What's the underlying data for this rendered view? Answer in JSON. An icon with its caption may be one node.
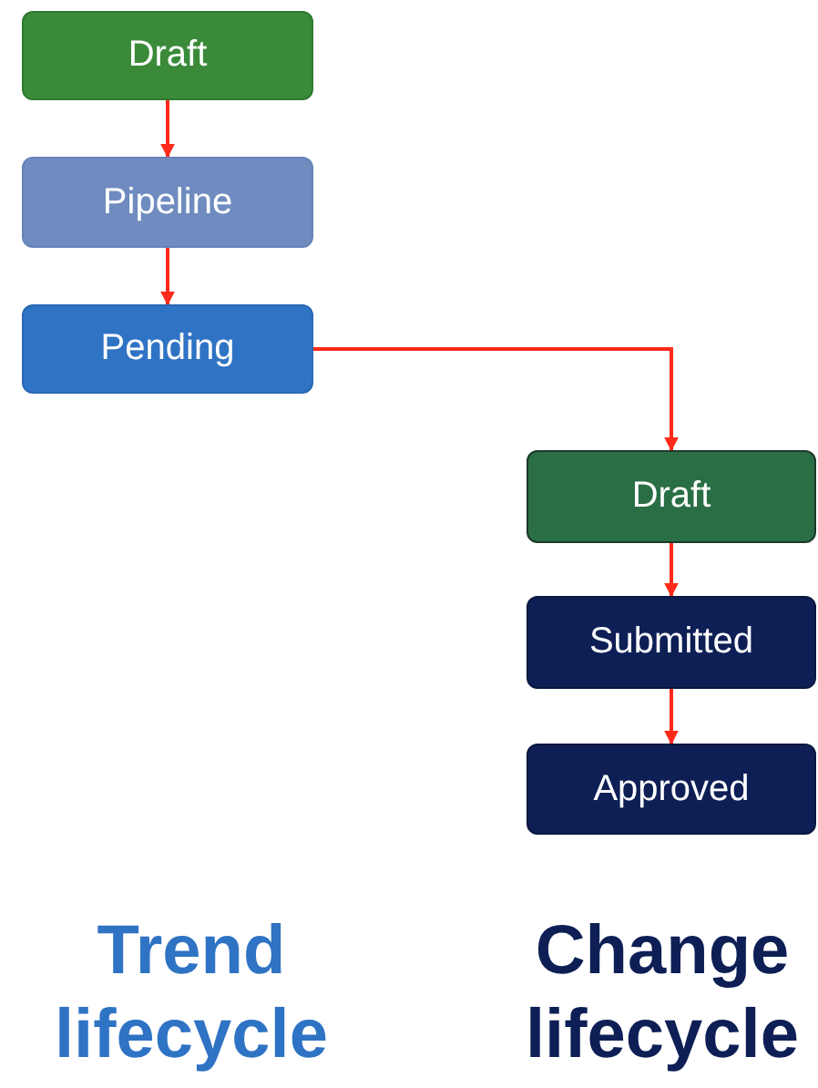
{
  "diagram": {
    "nodes": [
      {
        "text": [
          "Draft"
        ]
      },
      {
        "text": [
          "Pipeline"
        ]
      },
      {
        "text": [
          "Pending"
        ]
      },
      {
        "text": [
          "Draft"
        ]
      },
      {
        "text": [
          "Submitted"
        ]
      },
      {
        "text": [
          "Approved"
        ]
      }
    ],
    "edges": [
      {
        "from": 0,
        "to": 1,
        "arrow": "to"
      },
      {
        "from": 1,
        "to": 2,
        "arrow": "to"
      },
      {
        "from": 2,
        "to": 3,
        "arrow": "to"
      },
      {
        "from": 3,
        "to": 4,
        "arrow": "to"
      },
      {
        "from": 4,
        "to": 5,
        "arrow": "to"
      }
    ],
    "labels": [
      "Trend lifecycle",
      "Change lifecycle"
    ]
  }
}
